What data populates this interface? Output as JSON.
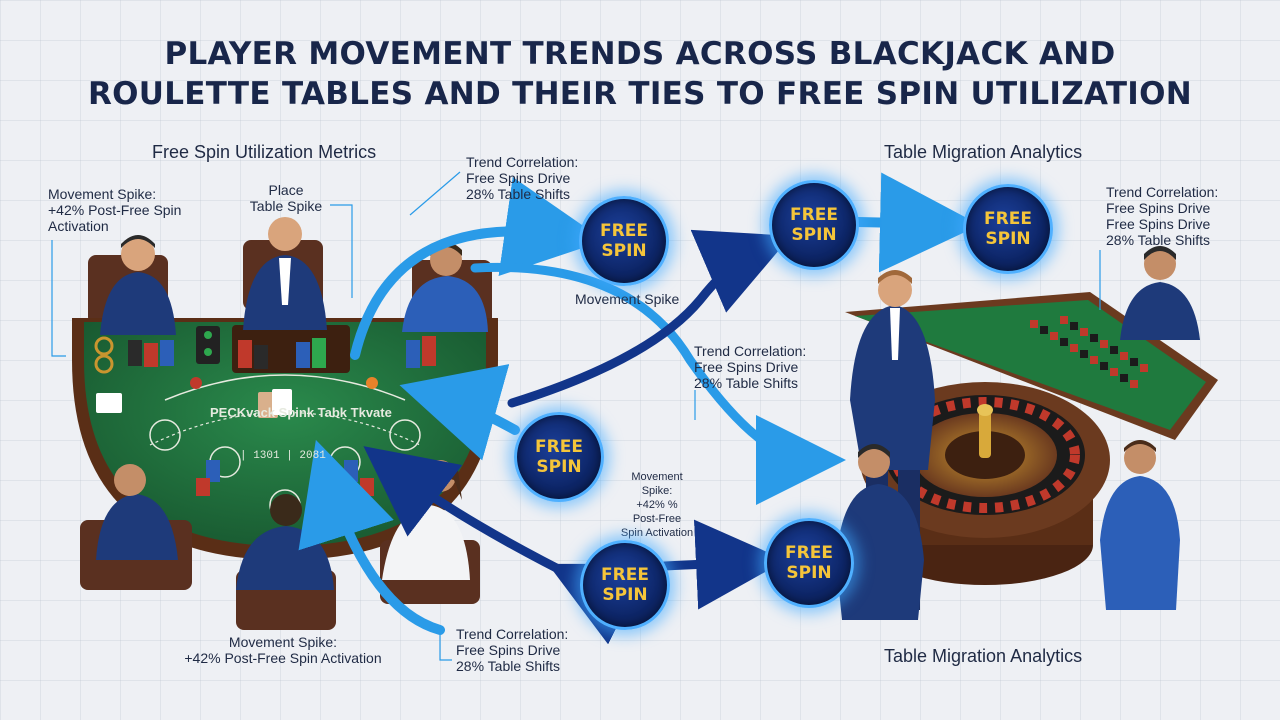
{
  "title": {
    "line1": "PLAYER MOVEMENT TRENDS ACROSS BLACKJACK AND",
    "line2": "ROULETTE TABLES AND THEIR TIES TO FREE SPIN UTILIZATION"
  },
  "sections": {
    "free_spin_metrics": "Free Spin Utilization Metrics",
    "table_migration_top": "Table Migration Analytics",
    "table_migration_bottom": "Table Migration Analytics"
  },
  "labels": {
    "movement_spike_topleft": [
      "Movement Spike:",
      "+42% Post-Free Spin",
      "Activation"
    ],
    "place_table_spike": [
      "Place",
      "Table Spike"
    ],
    "trend_top_center": [
      "Trend Correlation:",
      "Free Spins Drive",
      "28% Table Shifts"
    ],
    "movement_spike_center": "Movement Spike",
    "trend_center": [
      "Trend Correlation:",
      "Free Spins Drive",
      "28% Table Shifts"
    ],
    "trend_right": [
      "Trend Correlation:",
      "Free Spins Drive",
      "Free Spins Drive",
      "28% Table Shifts"
    ],
    "movement_spike_small": [
      "Movement",
      "Spike:",
      "+42% %",
      "Post-Free",
      "Spin Activation"
    ],
    "movement_spike_bottom": [
      "Movement Spike:",
      "+42% Post-Free Spin Activation"
    ],
    "trend_bottom": [
      "Trend Correlation:",
      "Free Spins Drive",
      "28% Table Shifts"
    ]
  },
  "table_text": {
    "arc_label": "PECKvack Spink Tabk Tkvate",
    "numbers": "| 1301      | 2081"
  },
  "badge": {
    "line1": "FREE",
    "line2": "SPIN"
  },
  "colors": {
    "felt": "#1f6b3a",
    "wood": "#6b3a1f",
    "suit": "#1e3a7a",
    "arrow_light": "#2a9be8",
    "arrow_dark": "#12358a",
    "badge_text": "#f5c53a"
  }
}
